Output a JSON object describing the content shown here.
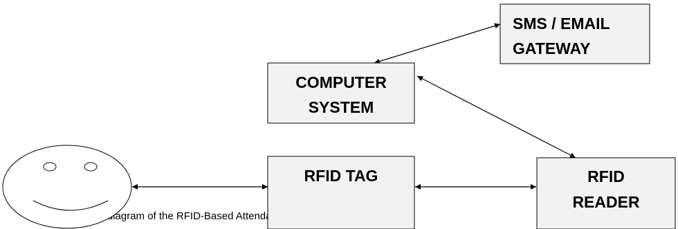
{
  "diagram": {
    "caption": "Block diagram of the RFID-Based Attendance Management System",
    "nodes": {
      "sms_email_gateway": {
        "line1": "SMS / EMAIL",
        "line2": "GATEWAY"
      },
      "computer_system": {
        "line1": "COMPUTER",
        "line2": "SYSTEM"
      },
      "rfid_tag": {
        "line1": "RFID TAG"
      },
      "rfid_reader": {
        "line1": "RFID",
        "line2": "READER"
      },
      "user": {
        "icon": "smiley-face-icon"
      }
    },
    "edges": [
      {
        "from": "computer_system",
        "to": "sms_email_gateway",
        "direction": "both"
      },
      {
        "from": "computer_system",
        "to": "rfid_reader",
        "direction": "both"
      },
      {
        "from": "user",
        "to": "rfid_tag",
        "direction": "both"
      },
      {
        "from": "rfid_tag",
        "to": "rfid_reader",
        "direction": "both"
      }
    ],
    "colors": {
      "box_fill": "#f2f2f2",
      "stroke": "#000000"
    }
  }
}
